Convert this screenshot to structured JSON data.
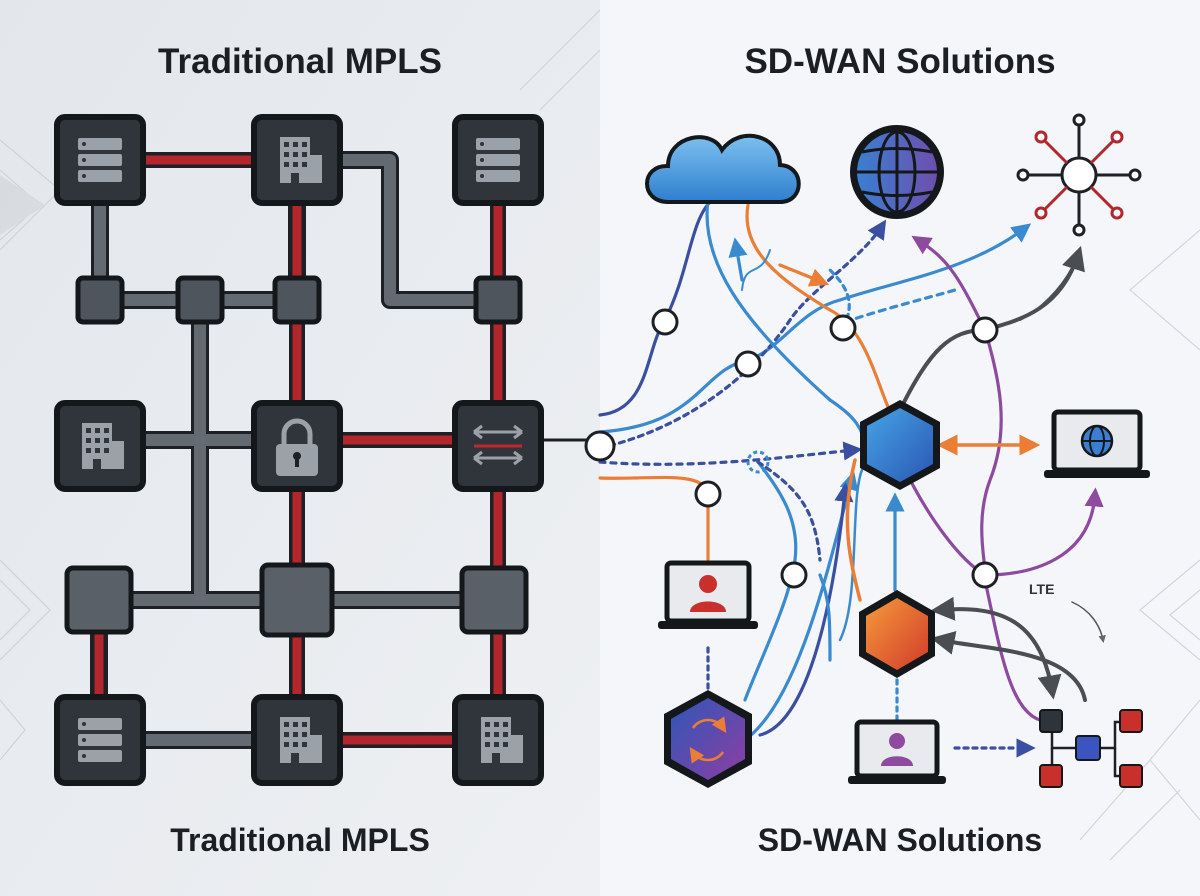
{
  "left_panel": {
    "title_top": "Traditional MPLS",
    "title_bottom": "Traditional MPLS",
    "icons": {
      "server": "server-rack-icon",
      "building": "office-building-icon",
      "lock": "padlock-icon",
      "exchange": "bidirectional-arrows-icon"
    }
  },
  "right_panel": {
    "title_top": "SD-WAN Solutions",
    "title_bottom": "SD-WAN Solutions",
    "lte_label": "LTE",
    "icons": {
      "cloud": "cloud-icon",
      "globe": "globe-icon",
      "hub": "network-hub-icon",
      "laptop_web": "laptop-globe-icon",
      "laptop_user": "laptop-user-icon",
      "controller": "sdwan-controller-hexagon-icon",
      "edge": "edge-router-hexagon-icon",
      "orchestrator": "orchestrator-hexagon-icon",
      "topology": "topology-tree-icon"
    }
  },
  "colors": {
    "mpls_red": "#b3262b",
    "mpls_gray": "#5f656c",
    "node_dark": "#30353b",
    "node_border": "#15181b",
    "blue_line": "#3a8ad0",
    "navy_line": "#3b4fa0",
    "orange_line": "#ec7d34",
    "purple_line": "#8e4a9e",
    "dark_line": "#4a4d52",
    "left_bg": "#e9ecef",
    "right_bg": "#f4f6f9"
  }
}
